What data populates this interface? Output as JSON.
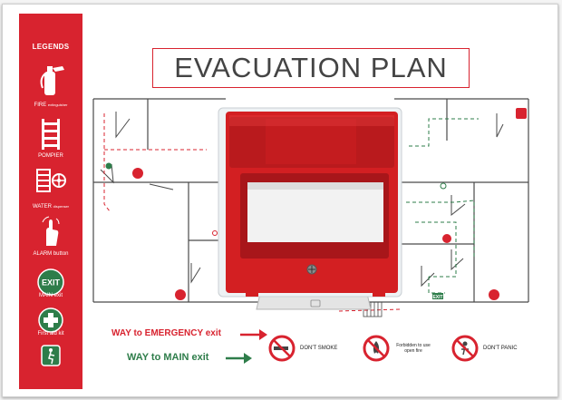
{
  "sidebar": {
    "title": "LEGENDS",
    "items": [
      {
        "icon": "fire-extinguisher-icon",
        "label": "FIRE",
        "sub": "extinguisher"
      },
      {
        "icon": "ladder-icon",
        "label": "POMPIER",
        "sub": ""
      },
      {
        "icon": "hose-reel-icon",
        "label": "WATER",
        "sub": "dispenser"
      },
      {
        "icon": "alarm-hand-icon",
        "label": "ALARM button",
        "sub": ""
      },
      {
        "icon": "exit-sign-icon",
        "label": "MAIN exit",
        "sub": "",
        "badge": "EXIT"
      },
      {
        "icon": "first-aid-cross-icon",
        "label": "First aid kit",
        "sub": ""
      },
      {
        "icon": "emergency-exit-icon",
        "label": "",
        "sub": ""
      }
    ]
  },
  "title": "EVACUATION PLAN",
  "plan": {
    "exit_badge": "EXIT"
  },
  "legend": {
    "emergency": "WAY to EMERGENCY exit",
    "main": "WAY to MAIN exit",
    "emergency_color": "#d8232f",
    "main_color": "#2e7d4a"
  },
  "signs": [
    {
      "icon": "no-smoking-icon",
      "label": "DON'T SMOKE"
    },
    {
      "icon": "no-open-fire-icon",
      "label": "Forbidden to use open fire"
    },
    {
      "icon": "no-panic-icon",
      "label": "DON'T PANIC"
    }
  ],
  "colors": {
    "brand_red": "#d8232f",
    "plan_line": "#4a4a4a",
    "device_red": "#d31f22"
  }
}
